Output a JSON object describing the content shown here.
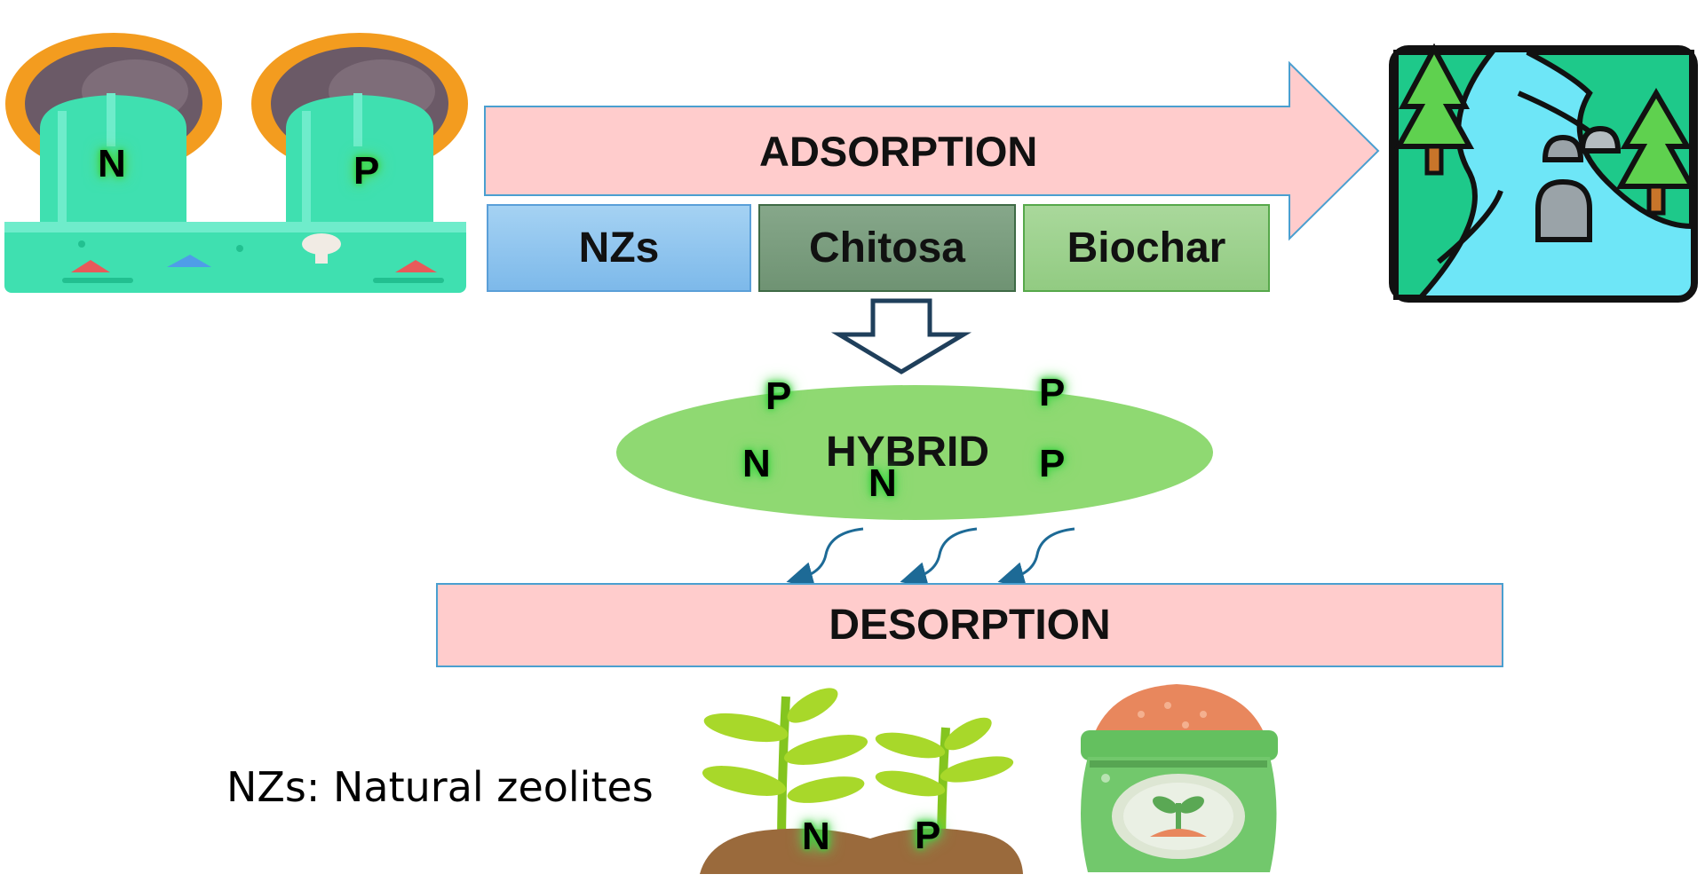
{
  "adsorption": {
    "label": "ADSORPTION"
  },
  "materials": [
    {
      "label": "NZs",
      "color": "#92c5ef"
    },
    {
      "label": "Chitosa",
      "color": "#7a9d7d"
    },
    {
      "label": "Biochar",
      "color": "#9ed28d"
    }
  ],
  "hybrid": {
    "label": "HYBRID",
    "color": "#8fd972",
    "nutrients": [
      "P",
      "P",
      "N",
      "N",
      "P"
    ]
  },
  "desorption": {
    "label": "DESORPTION"
  },
  "wastewater": {
    "n_label": "N",
    "p_label": "P"
  },
  "plants": {
    "n_label": "N",
    "p_label": "P"
  },
  "note": "NZs: Natural zeolites",
  "colors": {
    "arrow_fill": "#ffcccc",
    "arrow_stroke": "#4a9fd0",
    "tank": "#3fe0b0",
    "tank_rim": "#f39c1f",
    "river": "#6ee6f7",
    "land": "#1ec98a"
  }
}
